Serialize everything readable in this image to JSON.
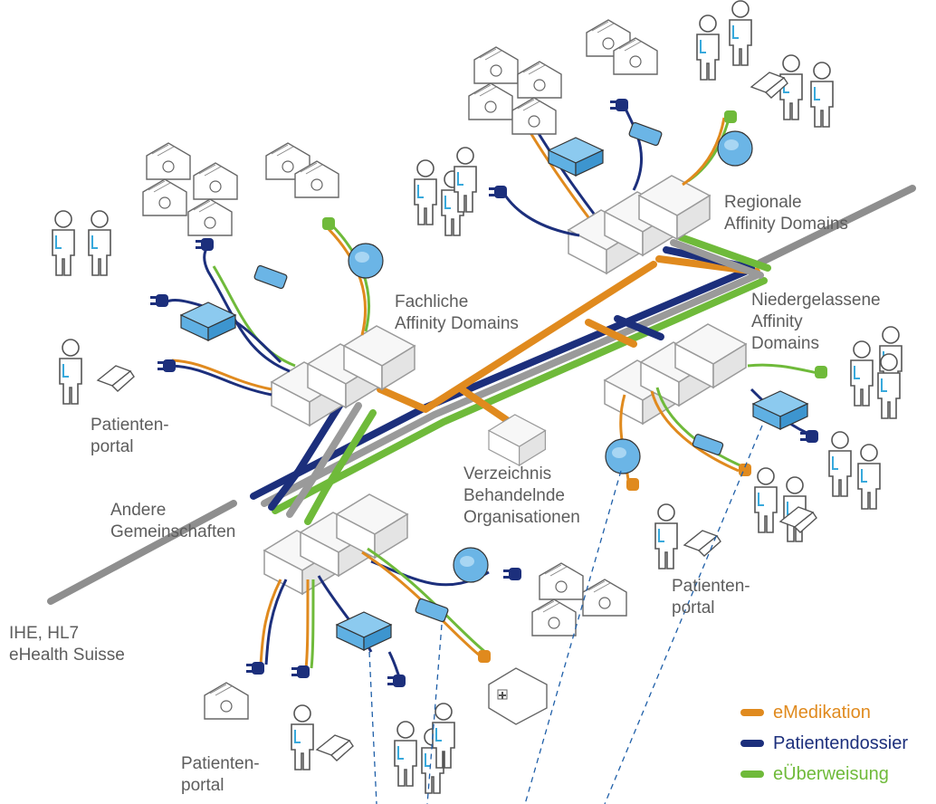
{
  "labels": {
    "regionale_1": "Regionale",
    "regionale_2": "Affinity Domains",
    "fachliche_1": "Fachliche",
    "fachliche_2": "Affinity Domains",
    "niedergelassene_1": "Niedergelassene",
    "niedergelassene_2": "Affinity",
    "niedergelassene_3": "Domains",
    "patientenportal_left_1": "Patienten-",
    "patientenportal_left_2": "portal",
    "patientenportal_right_1": "Patienten-",
    "patientenportal_right_2": "portal",
    "patientenportal_bottom_1": "Patienten-",
    "patientenportal_bottom_2": "portal",
    "verzeichnis_1": "Verzeichnis",
    "verzeichnis_2": "Behandelnde",
    "verzeichnis_3": "Organisationen",
    "andere_1": "Andere",
    "andere_2": "Gemeinschaften",
    "ihe_1": "IHE, HL7",
    "ihe_2": "eHealth Suisse"
  },
  "legend": [
    {
      "label": "eMedikation",
      "color": "#e08a1e"
    },
    {
      "label": "Patientendossier",
      "color": "#1c2f7c"
    },
    {
      "label": "eÜberweisung",
      "color": "#6fba3a"
    }
  ],
  "colors": {
    "orange": "#e08a1e",
    "navy": "#1c2f7c",
    "green": "#6fba3a",
    "gray": "#9a9a9a",
    "blue_device": "#6bb5e6",
    "cyan_accent": "#38a9dc"
  }
}
